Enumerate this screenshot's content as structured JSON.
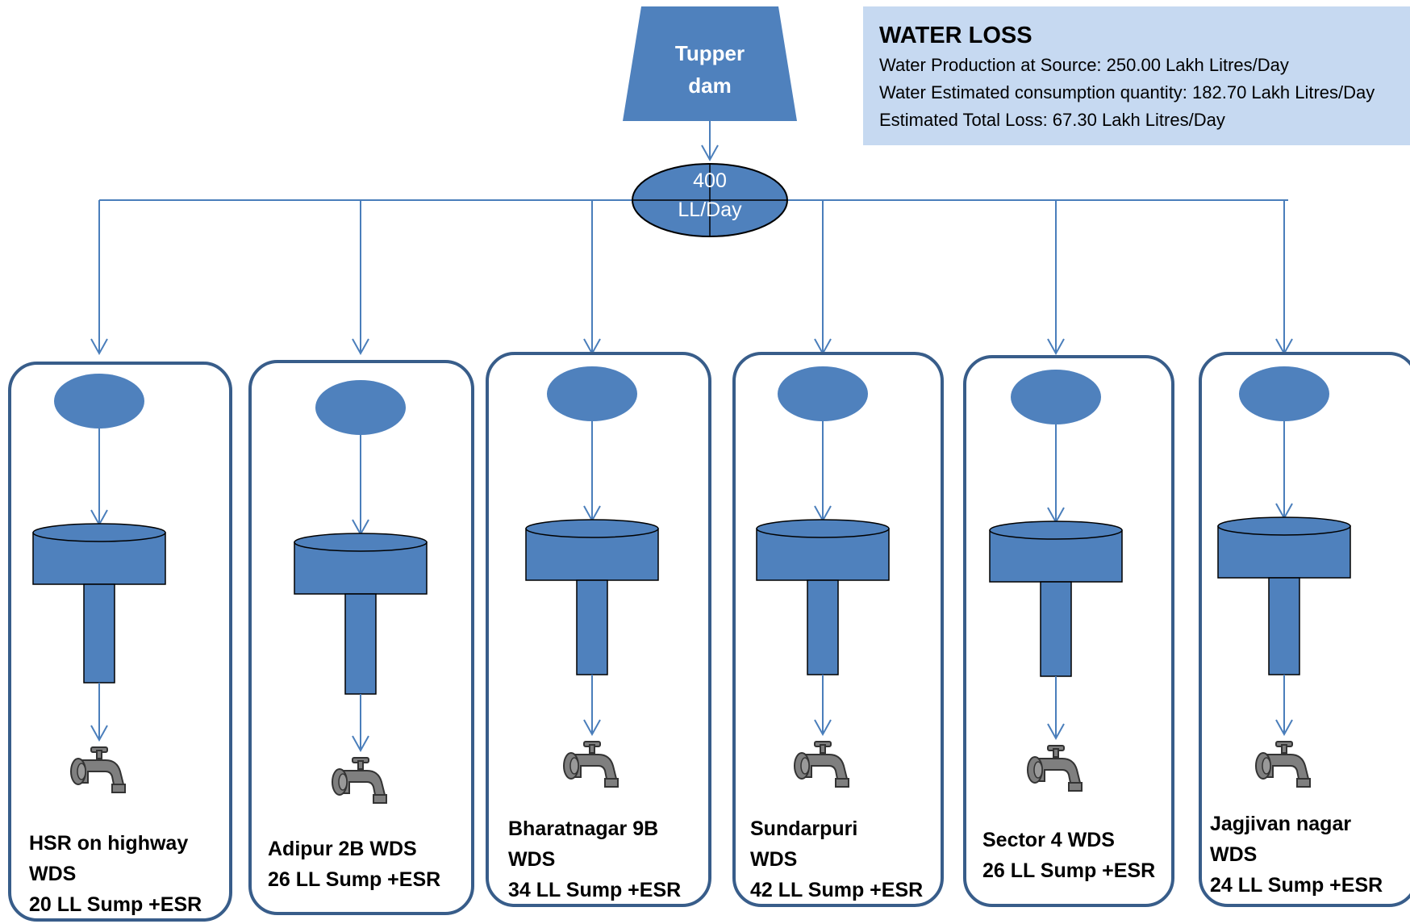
{
  "source": {
    "label_line1": "Tupper",
    "label_line2": "dam"
  },
  "hub": {
    "line1": "400",
    "line2": "LL/Day"
  },
  "water_loss": {
    "title": "WATER LOSS",
    "lines": [
      "Water Production at Source: 250.00 Lakh Litres/Day",
      "Water Estimated consumption quantity: 182.70 Lakh Litres/Day",
      "Estimated Total Loss: 67.30 Lakh Litres/Day"
    ]
  },
  "stations": [
    {
      "name": "HSR on highway",
      "line2": "WDS",
      "line3": "20 LL Sump +ESR"
    },
    {
      "name": "Adipur 2B WDS",
      "line2": "26 LL Sump +ESR",
      "line3": ""
    },
    {
      "name": "Bharatnagar 9B",
      "line2": "WDS",
      "line3": "34 LL Sump +ESR"
    },
    {
      "name": "Sundarpuri",
      "line2": "WDS",
      "line3": "42 LL Sump +ESR"
    },
    {
      "name": "Sector 4 WDS",
      "line2": "26 LL Sump +ESR",
      "line3": ""
    },
    {
      "name": "Jagjivan nagar",
      "line2": "WDS",
      "line3": "24 LL Sump +ESR"
    }
  ],
  "colors": {
    "fill": "#4f81bd",
    "border": "#385d8a",
    "line": "#4a7ebb",
    "box_fill": "#c6d9f1",
    "tap": "#7f7f7f"
  },
  "icons": {
    "tap": "water-tap-icon",
    "sump": "sump-ellipse",
    "tank": "elevated-tank"
  }
}
